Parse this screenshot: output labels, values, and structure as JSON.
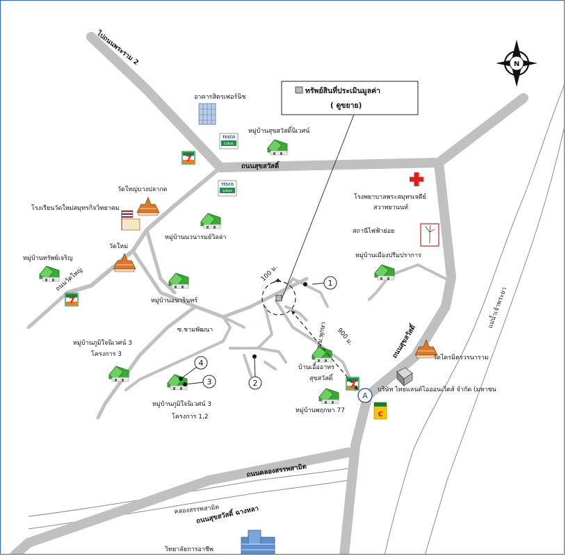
{
  "legend": {
    "title": "ทรัพย์สินที่ประเมินมูลค่า",
    "subtitle": "( ดูขยาย)"
  },
  "compass": {
    "letter": "N"
  },
  "roads": {
    "pracharam2": "ไปถนนพระราม 2",
    "sukhumvit_dee": "ถนนสุขสวัสดิ์",
    "sukhumvit_dee_side": "ถนนสุขสวัสดิ์",
    "klongsorn": "ถนนคลองสรรพสามิต",
    "sukhumvit_chatsala": "ถนนสุขสวัสดิ์ ฉางหลา",
    "klong": "คลองสรรพสามิต",
    "soi_left": "ถนนวัดใหญ่",
    "soi_center": "ซ.ชามพัฒนา",
    "soi_mid": "ซ.ม.พุกษา"
  },
  "river": {
    "name": "แม่น้ำเจ้าพระยา"
  },
  "places": {
    "tower": "อาคารสิตรเฟอร์นิช",
    "village_north": "หมู่บ้านสุขสวัสดิ์นิเวศน์",
    "temple_big": "วัดใหญ่บางปลากด",
    "school": "โรงเรียนวัดใหม่สมุทรกิจวิทยาคม",
    "village_nawa": "หมู่บ้านนวนารมย์วิลล่า",
    "temple_new": "วัดใหม่",
    "village_sap": "หมู่บ้านทรัพย์เจริญ",
    "village_anarin": "หมู่บ้านอนารินทร์",
    "village_phumi3_line1": "หมู่บ้านภูมิใจนิเวศน์ 3",
    "village_phumi3_line2": "โครงการ 3",
    "village_phumi12_line1": "หมู่บ้านภูมิใจนิเวศน์ 3",
    "village_phumi12_line2": "โครงการ 1,2",
    "village_uea_line1": "บ้านเอื้ออาทร",
    "village_uea_line2": "สุขสวัสดิ์",
    "village_pruksa": "หมู่บ้านพฤกษา 77",
    "hospital_line1": "โรงพยาบาลพระสมุทรเจดีย์",
    "hospital_line2": "สวาทยานนท์",
    "substation": "สถานีไฟฟ้าย่อย",
    "village_muang": "หมู่บ้านเมืองปรีมปราการ",
    "temple_right": "วัดไตรมิตรวรนาราม",
    "company": "บริษัท ไทยแลนด์ไอออนเวิตส์ จำกัด (มหาชน",
    "college": "วิทยาลัยการอาชีพ",
    "tesco_brand": "TESCO",
    "lotus_brand": "Lotus"
  },
  "markers": {
    "m1": "1",
    "m2": "2",
    "m3": "3",
    "m4": "4",
    "mA": "A"
  },
  "distances": {
    "ring": "100 ม.",
    "route": "900 ม."
  },
  "colors": {
    "road": "#c0c0c0",
    "frame": "#2e63b8",
    "village_green": "#3aa935",
    "temple_orange": "#d9782a",
    "seven_eleven_green": "#0a8a3c",
    "seven_eleven_orange": "#f07d1a",
    "hospital_red": "#e0201b"
  }
}
